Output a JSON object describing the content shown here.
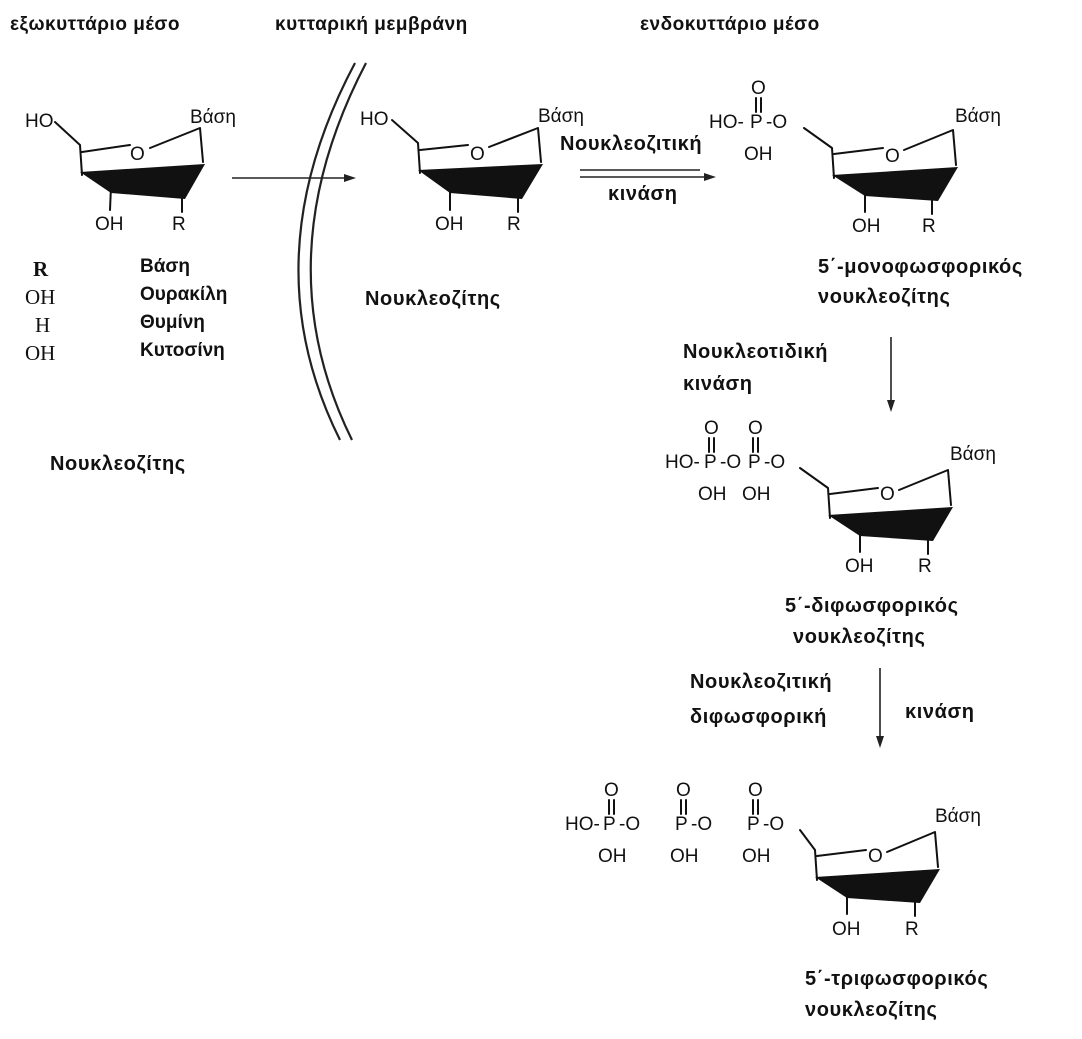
{
  "regions": {
    "extracellular": "εξωκυττάριο μέσο",
    "membrane": "κυτταρική μεμβράνη",
    "intracellular": "ενδοκυττάριο μέσο"
  },
  "atoms": {
    "ho": "HO",
    "o": "O",
    "oh": "OH",
    "r": "R",
    "base": "Βάση",
    "p": "P",
    "ho_bond": "HO-",
    "dash_o": "-O"
  },
  "table": {
    "header": {
      "r": "R",
      "base": "Βάση"
    },
    "rows": [
      {
        "r": "OH",
        "base": "Ουρακίλη"
      },
      {
        "r": "H",
        "base": "Θυμίνη"
      },
      {
        "r": "OH",
        "base": "Κυτοσίνη"
      }
    ]
  },
  "molecules": {
    "outside_name": "Νουκλεοζίτης",
    "inside_name": "Νουκλεοζίτης",
    "mono_line1": "5΄-μονοφωσφορικός",
    "mono_line2": "νουκλεοζίτης",
    "di_line1": "5΄-διφωσφορικός",
    "di_line2": "νουκλεοζίτης",
    "tri_line1": "5΄-τριφωσφορικός",
    "tri_line2": "νουκλεοζίτης"
  },
  "enzymes": {
    "nucleoside_kinase_line1": "Νουκλεοζιτική",
    "nucleoside_kinase_line2": "κινάση",
    "nucleotide_kinase_line1": "Νουκλεοτιδική",
    "nucleotide_kinase_line2": "κινάση",
    "diphosphate_kinase_line1": "Νουκλεοζιτική",
    "diphosphate_kinase_line2": "διφωσφορική",
    "diphosphate_kinase_line3": "κινάση"
  }
}
